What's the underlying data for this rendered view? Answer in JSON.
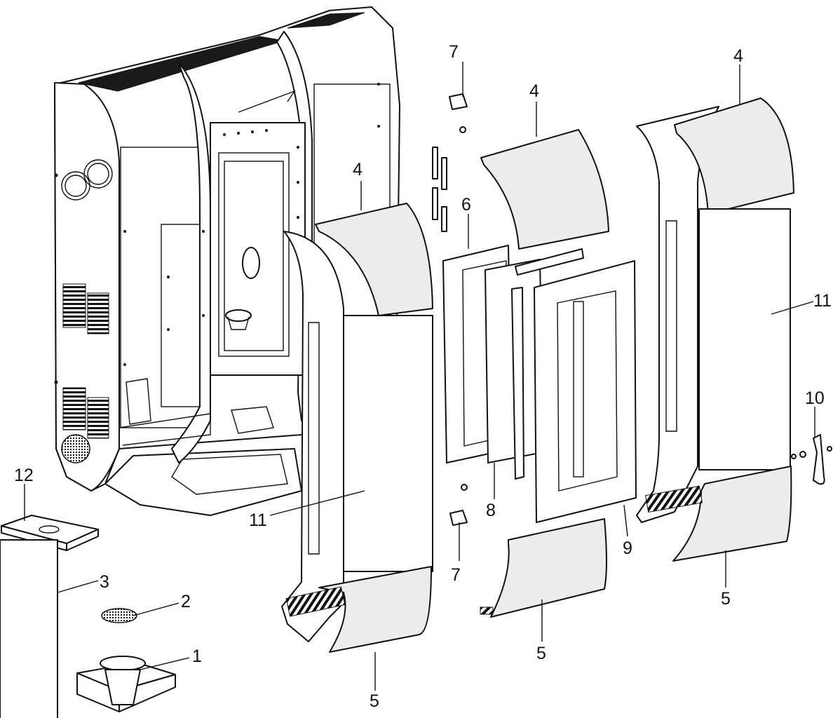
{
  "callouts": [
    {
      "id": "1",
      "text": "1"
    },
    {
      "id": "2",
      "text": "2"
    },
    {
      "id": "3",
      "text": "3"
    },
    {
      "id": "4a",
      "text": "4"
    },
    {
      "id": "4b",
      "text": "4"
    },
    {
      "id": "4c",
      "text": "4"
    },
    {
      "id": "5a",
      "text": "5"
    },
    {
      "id": "5b",
      "text": "5"
    },
    {
      "id": "5c",
      "text": "5"
    },
    {
      "id": "6",
      "text": "6"
    },
    {
      "id": "7a",
      "text": "7"
    },
    {
      "id": "7b",
      "text": "7"
    },
    {
      "id": "8",
      "text": "8"
    },
    {
      "id": "9",
      "text": "9"
    },
    {
      "id": "10",
      "text": "10"
    },
    {
      "id": "11a",
      "text": "11"
    },
    {
      "id": "11b",
      "text": "11"
    },
    {
      "id": "12",
      "text": "12"
    }
  ]
}
